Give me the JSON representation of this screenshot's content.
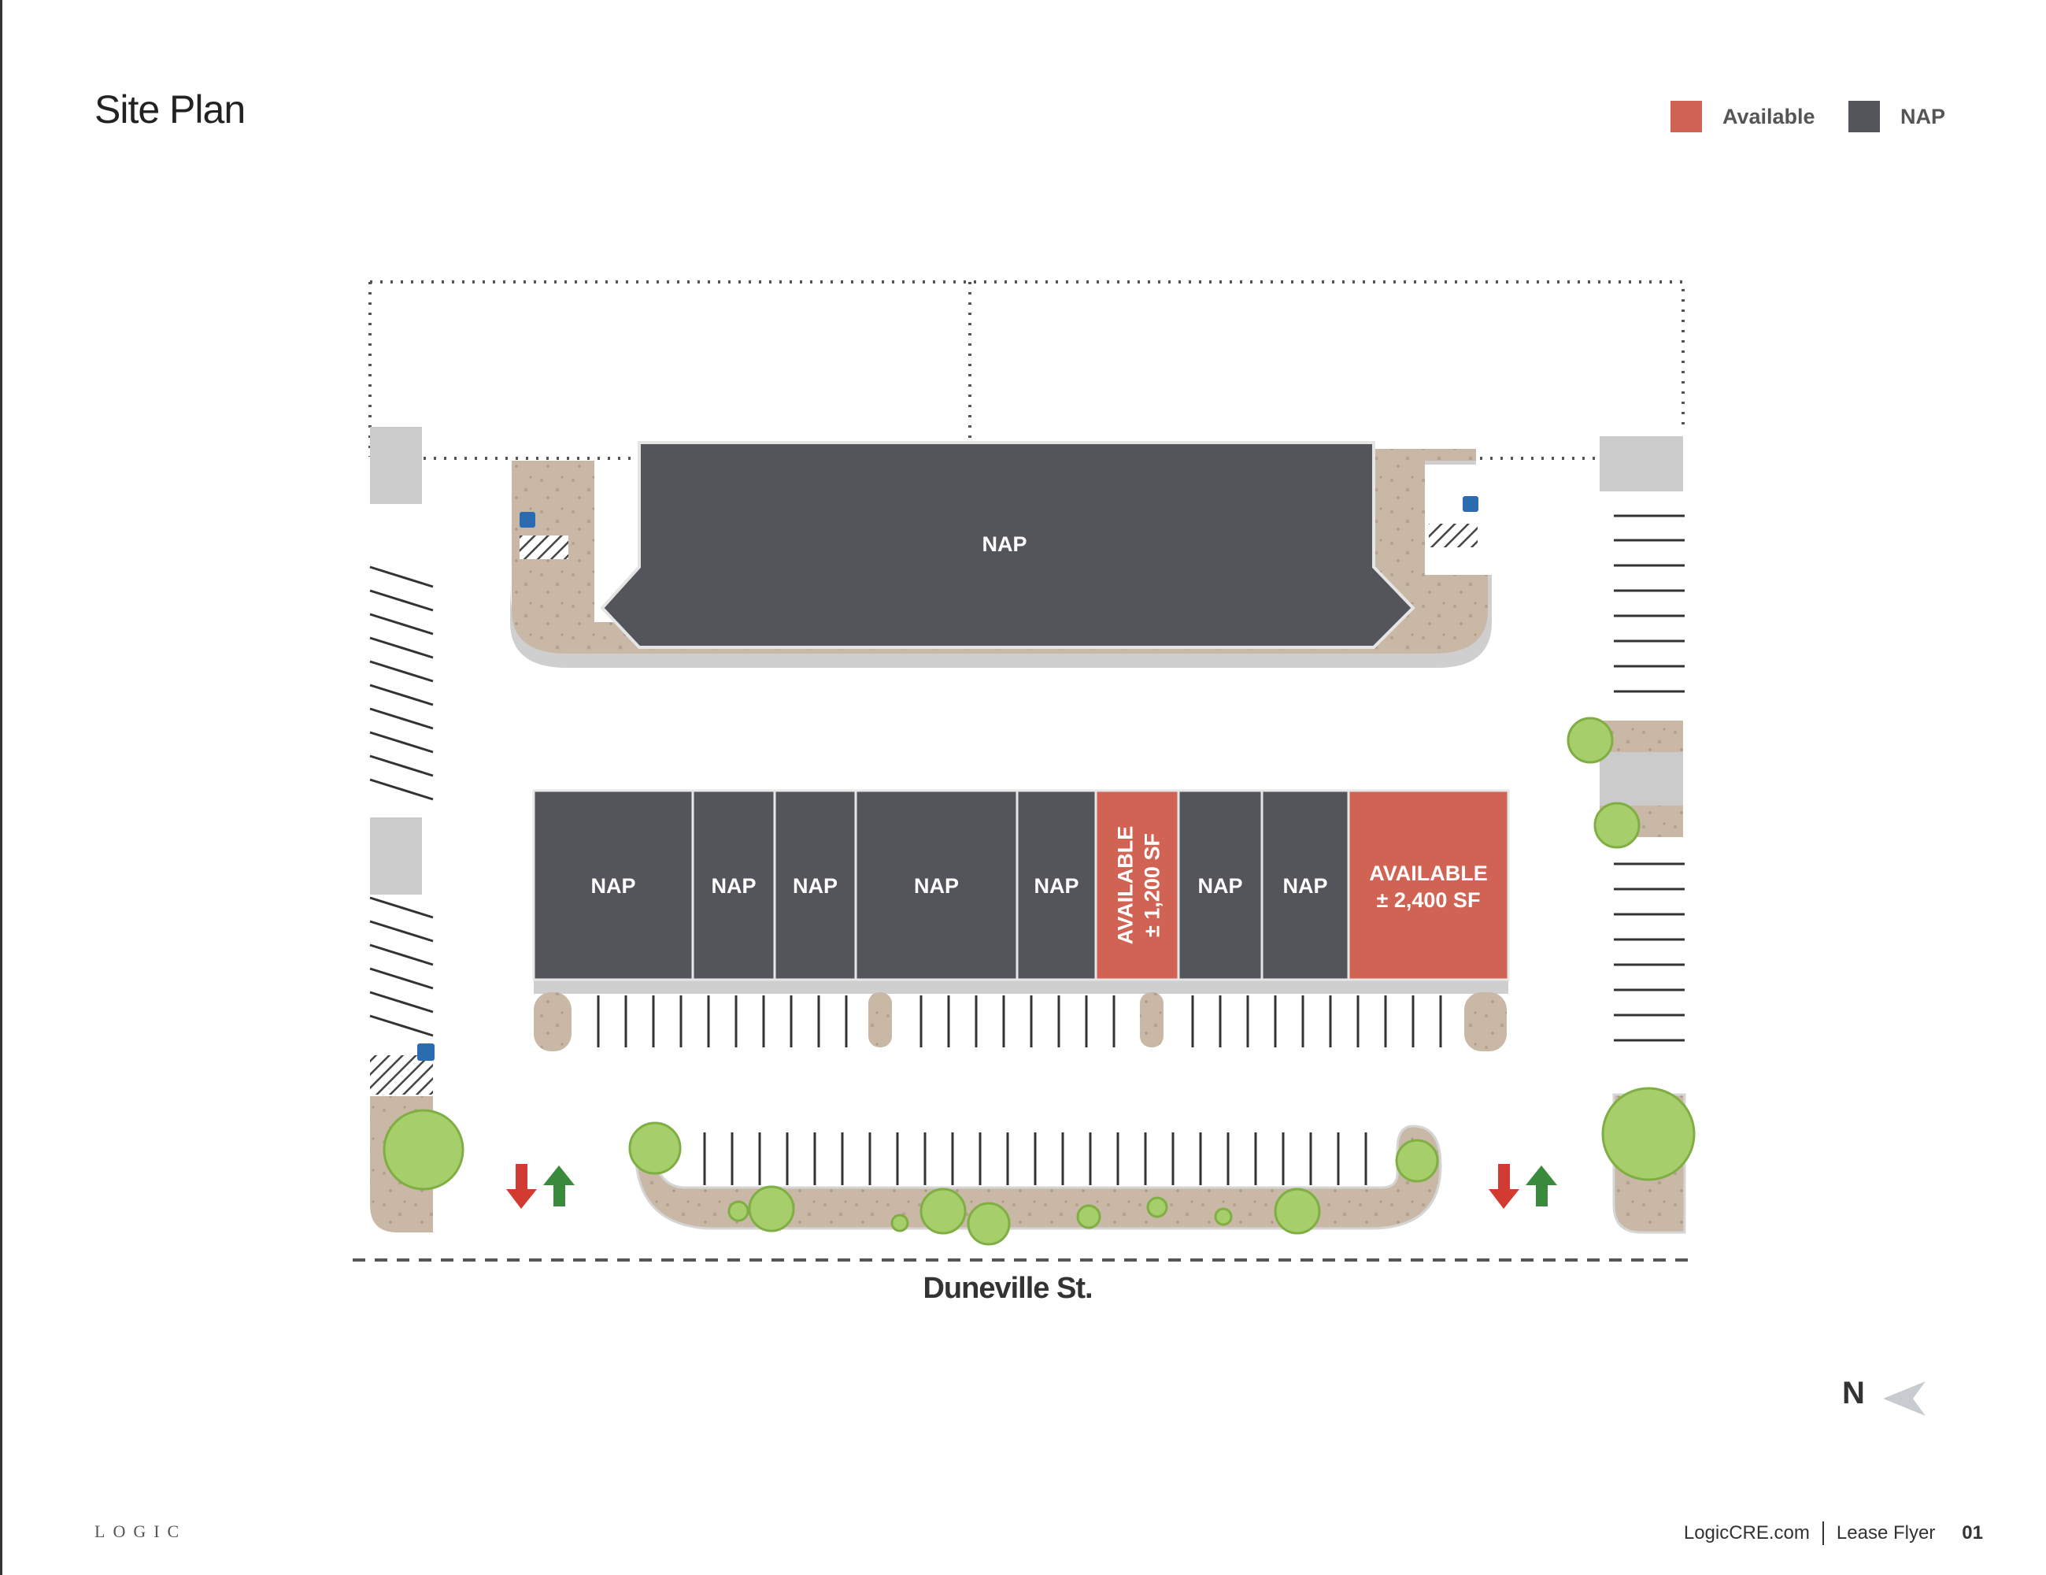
{
  "page": {
    "title": "Site Plan",
    "brand": "LOGIC",
    "footer_site": "LogicCRE.com",
    "footer_doc": "Lease Flyer",
    "footer_page": "01"
  },
  "legend": [
    {
      "label": "Available",
      "color": "#d06353"
    },
    {
      "label": "NAP",
      "color": "#54555a"
    }
  ],
  "plan": {
    "street": "Duneville St.",
    "north_label": "N",
    "top_building_label": "NAP",
    "units": [
      {
        "label": "NAP",
        "status": "nap"
      },
      {
        "label": "NAP",
        "status": "nap"
      },
      {
        "label": "NAP",
        "status": "nap"
      },
      {
        "label": "NAP",
        "status": "nap"
      },
      {
        "label": "NAP",
        "status": "nap"
      },
      {
        "label": "AVAILABLE",
        "size": "± 1,200 SF",
        "status": "available"
      },
      {
        "label": "NAP",
        "status": "nap"
      },
      {
        "label": "NAP",
        "status": "nap"
      },
      {
        "label": "AVAILABLE",
        "size": "± 2,400 SF",
        "status": "available"
      }
    ]
  }
}
